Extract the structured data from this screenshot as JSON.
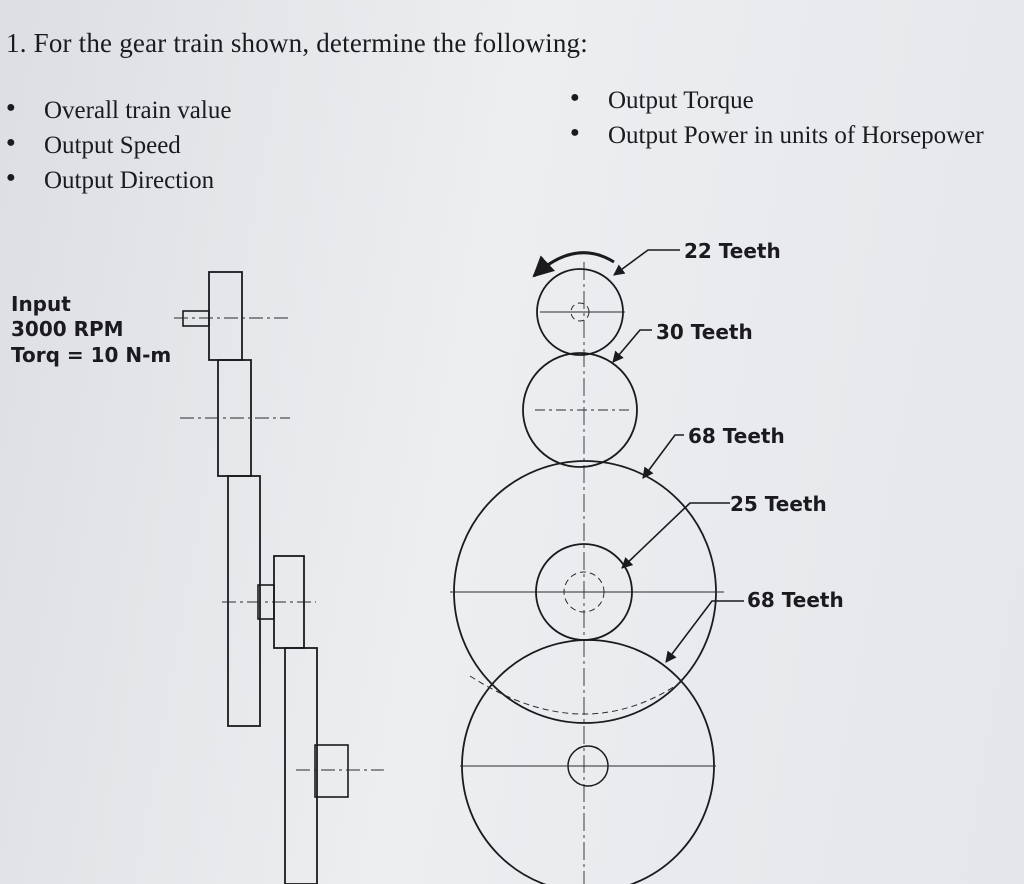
{
  "problem": {
    "title": "1. For the gear train shown, determine the following:",
    "bullets_left": [
      "Overall train value",
      "Output Speed",
      "Output Direction"
    ],
    "bullets_right": [
      "Output Torque",
      "Output Power in units of Horsepower"
    ]
  },
  "input": {
    "line1": "Input",
    "line2": "3000 RPM",
    "line3": "Torq = 10 N-m"
  },
  "gears": [
    {
      "teeth_label": "22 Teeth"
    },
    {
      "teeth_label": "30 Teeth"
    },
    {
      "teeth_label": "68 Teeth"
    },
    {
      "teeth_label": "25 Teeth"
    },
    {
      "teeth_label": "68 Teeth"
    }
  ]
}
